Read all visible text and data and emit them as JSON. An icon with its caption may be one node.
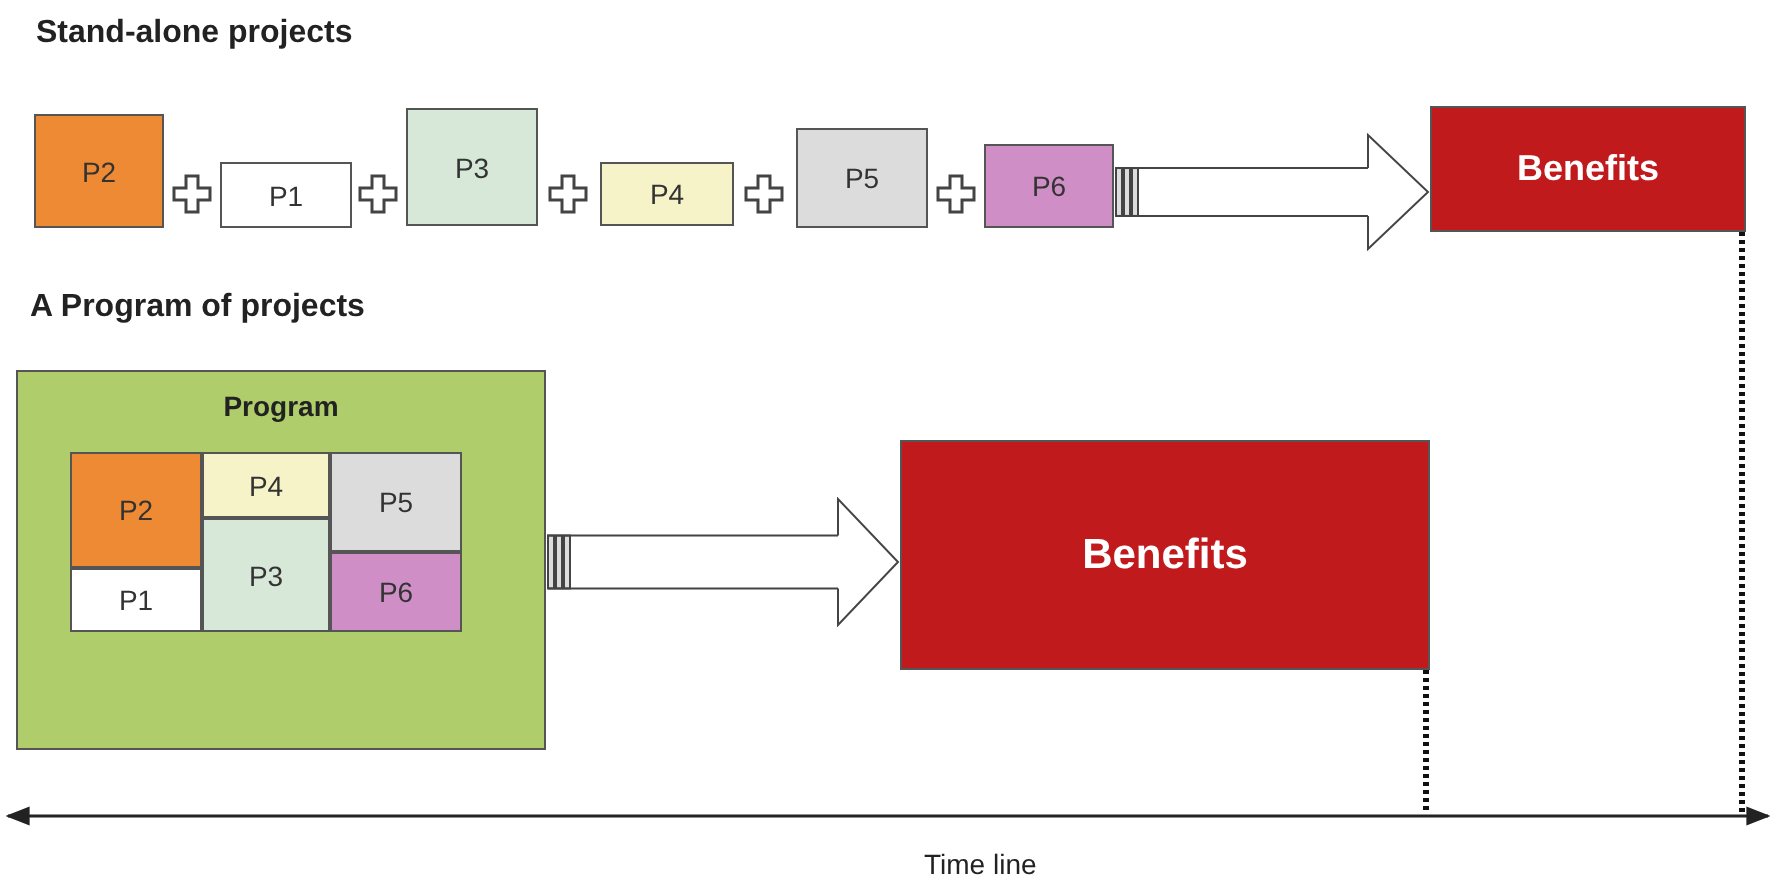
{
  "diagram": {
    "nodes": [
      {
        "text": [
          "P2"
        ]
      },
      {
        "text": [
          "P1"
        ]
      },
      {
        "text": [
          "P3"
        ]
      },
      {
        "text": [
          "P4"
        ]
      },
      {
        "text": [
          "P5"
        ]
      },
      {
        "text": [
          "P6"
        ]
      },
      {
        "text": [
          "Benefits"
        ]
      },
      {
        "text": [
          "Program"
        ]
      },
      {
        "text": [
          "P2"
        ],
        "in": 7
      },
      {
        "text": [
          "P4"
        ],
        "in": 7
      },
      {
        "text": [
          "P5"
        ],
        "in": 7
      },
      {
        "text": [
          "P1"
        ],
        "in": 7
      },
      {
        "text": [
          "P3"
        ],
        "in": 7
      },
      {
        "text": [
          "P6"
        ],
        "in": 7
      },
      {
        "text": [
          "Benefits"
        ]
      }
    ],
    "edges": [
      {
        "from": 5,
        "to": 6,
        "arrow": "to"
      },
      {
        "from": 7,
        "to": 14,
        "arrow": "to"
      }
    ],
    "labels": [
      "Stand-alone projects",
      "A Program of projects",
      "Time line"
    ]
  }
}
